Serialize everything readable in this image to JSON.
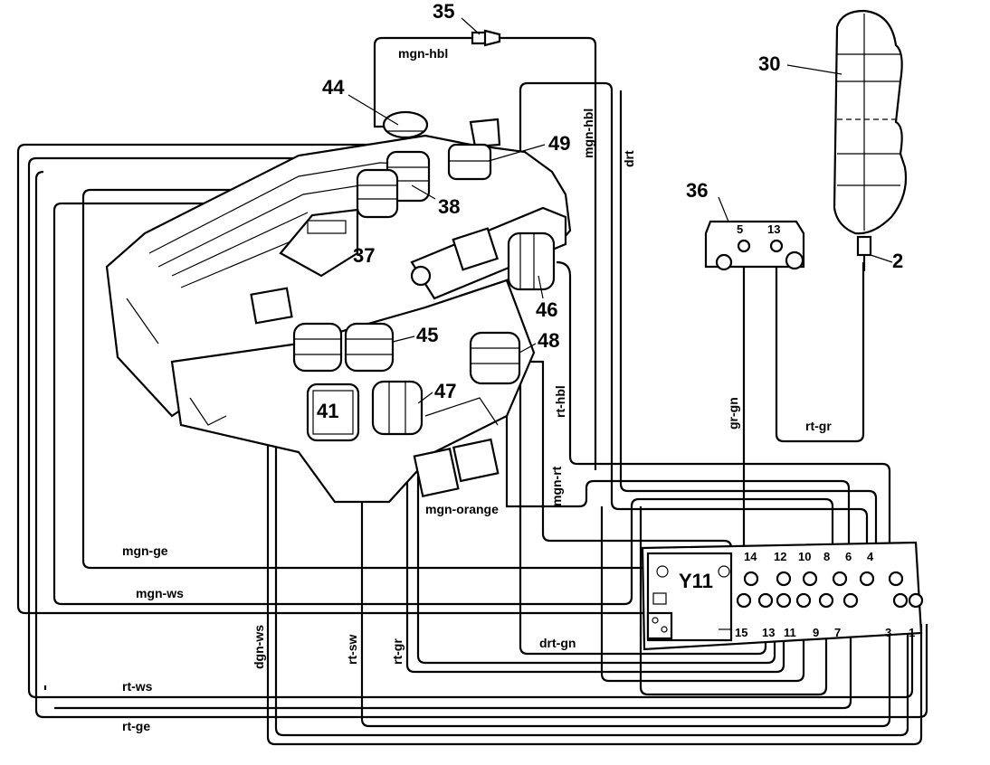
{
  "callouts": {
    "c35": "35",
    "c44": "44",
    "c30": "30",
    "c49": "49",
    "c38": "38",
    "c36": "36",
    "c37": "37",
    "c2": "2",
    "c46": "46",
    "c45": "45",
    "c48": "48",
    "c47": "47",
    "c41": "41",
    "y11": "Y11"
  },
  "hose_labels": {
    "mgn_hbl_top": "mgn-hbl",
    "mgn_hbl_vert": "mgn-hbl",
    "drt": "drt",
    "rt_hbl": "rt-hbl",
    "gr_gn": "gr-gn",
    "rt_gr_right": "rt-gr",
    "mgn_rt": "mgn-rt",
    "mgn_orange": "mgn-orange",
    "mgn_ge": "mgn-ge",
    "mgn_ws": "mgn-ws",
    "dgn_ws": "dgn-ws",
    "rt_sw": "rt-sw",
    "rt_gr_left": "rt-gr",
    "drt_gn": "drt-gn",
    "rt_ws": "rt-ws",
    "rt_ge": "rt-ge"
  },
  "part36_ports": {
    "p5": "5",
    "p13": "13"
  },
  "y11_ports_top": [
    "14",
    "12",
    "10",
    "8",
    "6",
    "4"
  ],
  "y11_ports_bottom": [
    "15",
    "13",
    "11",
    "9",
    "7",
    "3",
    "1"
  ]
}
